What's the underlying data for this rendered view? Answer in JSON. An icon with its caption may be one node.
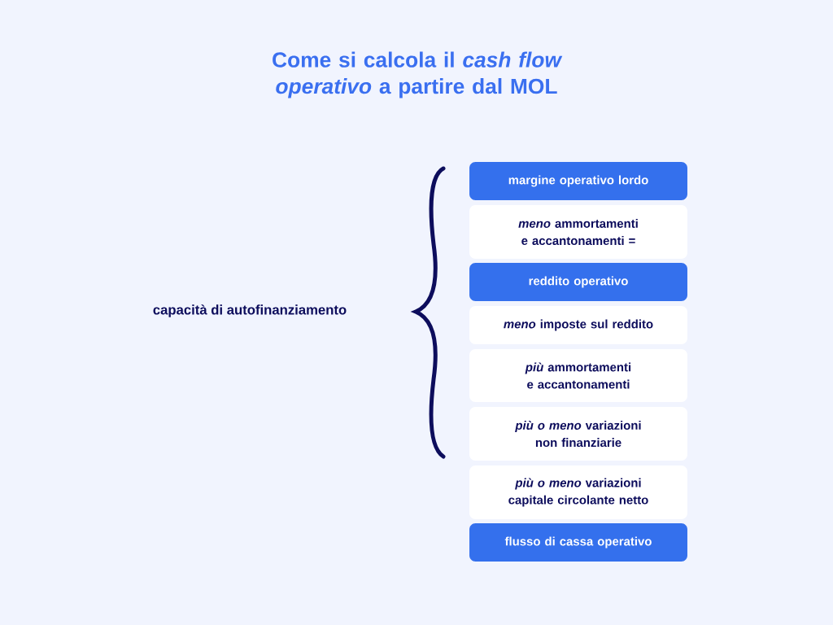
{
  "diagram": {
    "title": "Come si calcola il *cash flow operativo* a partire dal MOL",
    "nodes": [
      {
        "text": [
          "margine operativo lordo"
        ]
      },
      {
        "text": [
          "*meno* ammortamenti e accantonamenti ="
        ]
      },
      {
        "text": [
          "reddito operativo"
        ]
      },
      {
        "text": [
          "*meno* imposte sul reddito"
        ]
      },
      {
        "text": [
          "*più* ammortamenti e accantonamenti"
        ]
      },
      {
        "text": [
          "*più o meno* variazioni non finanziarie"
        ]
      },
      {
        "text": [
          "*più o meno* variazioni capitale circolante netto"
        ]
      },
      {
        "text": [
          "flusso di cassa operativo"
        ]
      }
    ],
    "labels": [
      "capacità di autofinanziamento"
    ]
  }
}
